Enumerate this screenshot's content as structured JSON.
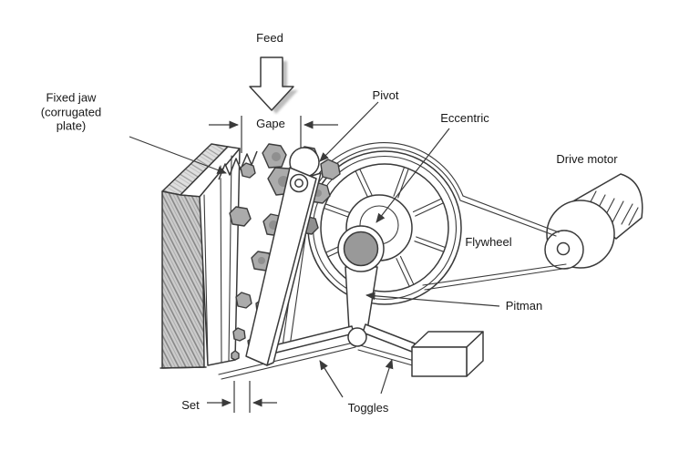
{
  "diagram": {
    "labels": {
      "feed": "Feed",
      "fixed_jaw": "Fixed jaw (corrugated plate)",
      "gape": "Gape",
      "pivot": "Pivot",
      "eccentric": "Eccentric",
      "drive_motor": "Drive motor",
      "flywheel": "Flywheel",
      "pitman": "Pitman",
      "set": "Set",
      "toggles": "Toggles"
    },
    "colors": {
      "line": "#3a3a3a",
      "text": "#171717",
      "rock_fill": "#ababab",
      "rock_shade": "#8f8f8f",
      "eccentric_fill": "#999999",
      "arrow_shadow": "#bdbdbd"
    }
  }
}
